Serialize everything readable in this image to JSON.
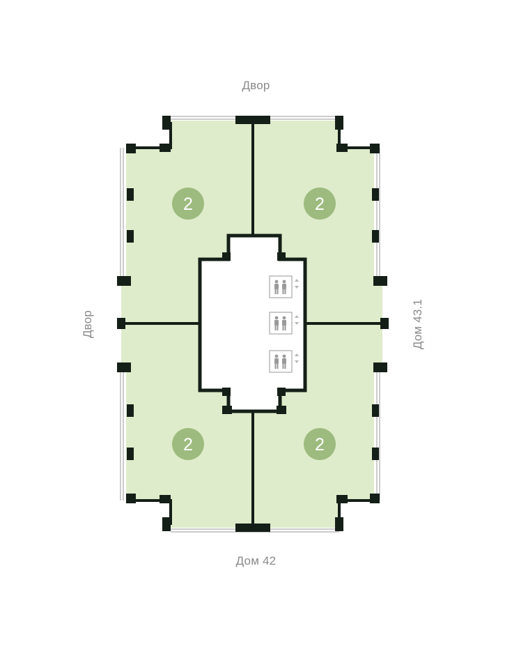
{
  "plan": {
    "labels": {
      "top": "Двор",
      "bottom": "Дом 42",
      "left": "Двор",
      "right": "Дом 43.1"
    },
    "apartments": [
      {
        "rooms": "2",
        "quadrant": "top-left"
      },
      {
        "rooms": "2",
        "quadrant": "top-right"
      },
      {
        "rooms": "2",
        "quadrant": "bottom-left"
      },
      {
        "rooms": "2",
        "quadrant": "bottom-right"
      }
    ],
    "elevators": [
      {
        "icon": "elevator-icon"
      },
      {
        "icon": "elevator-icon"
      },
      {
        "icon": "elevator-icon"
      }
    ],
    "colors": {
      "apartment_fill": "#dfeccb",
      "badge_fill": "#9dbb7f",
      "badge_text": "#ffffff",
      "wall": "#141f17",
      "label_text": "#8a8a8a"
    }
  }
}
